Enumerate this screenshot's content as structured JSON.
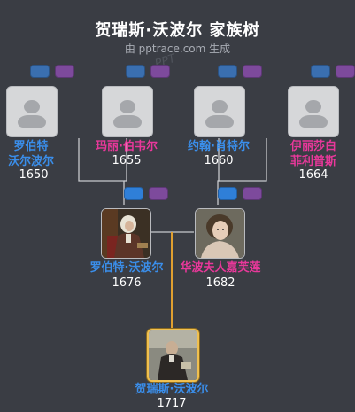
{
  "header": {
    "title": "贺瑞斯·沃波尔 家族树",
    "subtitle": "由 pptrace.com 生成",
    "watermark": "PPT"
  },
  "people": {
    "gf_p": {
      "name1": "罗伯特",
      "name2": "沃尔波尔",
      "year": "1650",
      "gender": "male"
    },
    "gm_p": {
      "name1": "玛丽·伯韦尔",
      "year": "1655",
      "gender": "female"
    },
    "gf_m": {
      "name1": "约翰·肖特尔",
      "year": "1660",
      "gender": "male"
    },
    "gm_m": {
      "name1": "伊丽莎白",
      "name2": "菲利普斯",
      "year": "1664",
      "gender": "female"
    },
    "father": {
      "name1": "罗伯特·沃波尔",
      "year": "1676",
      "gender": "male"
    },
    "mother": {
      "name1": "华波夫人嘉芙莲",
      "year": "1682",
      "gender": "female"
    },
    "self": {
      "name1": "贺瑞斯·沃波尔",
      "year": "1717",
      "gender": "male"
    }
  },
  "colors": {
    "background": "#3a3d44",
    "male": "#3a8eea",
    "female": "#e8389a",
    "line": "#c8cacd",
    "line_highlight": "#e0a030"
  }
}
